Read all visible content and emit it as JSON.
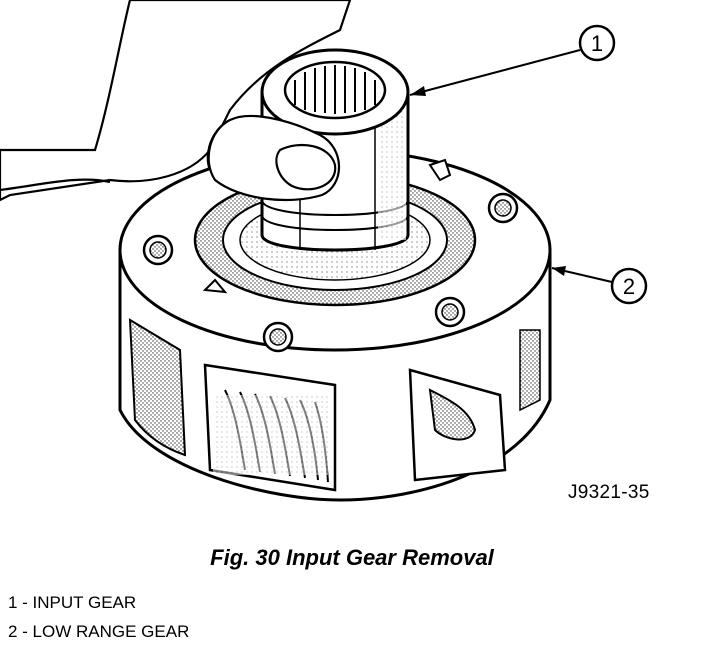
{
  "figure": {
    "callouts": [
      "1",
      "2"
    ],
    "drawing_code": "J9321-35",
    "caption": "Fig. 30 Input Gear Removal",
    "legend": [
      "1 - INPUT GEAR",
      "2 - LOW RANGE GEAR"
    ]
  }
}
